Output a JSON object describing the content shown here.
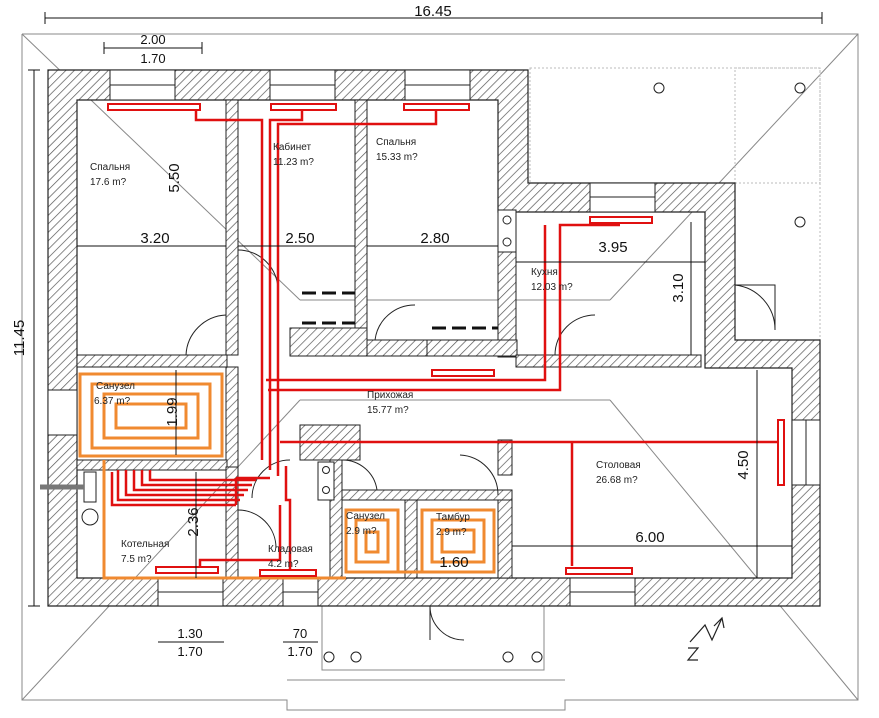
{
  "dimensions": {
    "overall_width": "16.45",
    "overall_height": "11.45",
    "window_top_a": "2.00",
    "window_top_b": "1.70",
    "bottom_left_a": "1.30",
    "bottom_left_b": "1.70",
    "bottom_mid_a": "70",
    "bottom_mid_b": "1.70",
    "bedroom1_w": "3.20",
    "bedroom1_h": "5.50",
    "study_w": "2.50",
    "bedroom2_w": "2.80",
    "kitchen_w": "3.95",
    "kitchen_h": "3.10",
    "dining_w": "6.00",
    "dining_h": "4.50",
    "bath1_h": "1.99",
    "boiler_h": "2.36",
    "vestibule_w": "1.60"
  },
  "rooms": {
    "bedroom1": {
      "name": "Спальня",
      "area": "17.6 m?"
    },
    "study": {
      "name": "Кабинет",
      "area": "11.23 m?"
    },
    "bedroom2": {
      "name": "Спальня",
      "area": "15.33 m?"
    },
    "kitchen": {
      "name": "Кухня",
      "area": "12.03 m?"
    },
    "bathroom1": {
      "name": "Санузел",
      "area": "6.37 m?"
    },
    "hallway": {
      "name": "Прихожая",
      "area": "15.77 m?"
    },
    "dining": {
      "name": "Столовая",
      "area": "26.68 m?"
    },
    "boiler": {
      "name": "Котельная",
      "area": "7.5 m?"
    },
    "storage": {
      "name": "Кладовая",
      "area": "4.2 m?"
    },
    "bathroom2": {
      "name": "Санузел",
      "area": "2.9 m?"
    },
    "vestibule": {
      "name": "Тамбур",
      "area": "2.9 m?"
    }
  },
  "colors": {
    "wall_hatch": "#555555",
    "radiator_pipe": "#e01010",
    "floor_heating": "#f08a30",
    "line": "#111111"
  },
  "icons": {
    "north": "north-arrow-icon",
    "stove": "stove-icon",
    "boiler": "boiler-icon"
  }
}
